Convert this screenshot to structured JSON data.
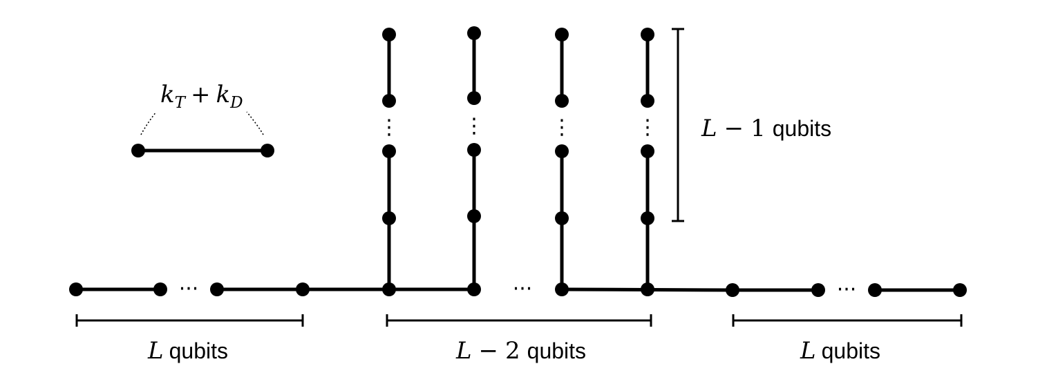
{
  "legend_edge": {
    "label_k1": "k",
    "label_sub1": "T",
    "label_op": "+",
    "label_k2": "k",
    "label_sub2": "D"
  },
  "vertical_bracket": {
    "var": "L",
    "op": "−",
    "num": "1",
    "unit": "qubits"
  },
  "bottom_brackets": [
    {
      "var": "L",
      "unit": "qubits"
    },
    {
      "var": "L",
      "op": "−",
      "num": "2",
      "unit": "qubits"
    },
    {
      "var": "L",
      "unit": "qubits"
    }
  ],
  "ellipses": {
    "horizontal": "···",
    "vertical": "⋮"
  }
}
